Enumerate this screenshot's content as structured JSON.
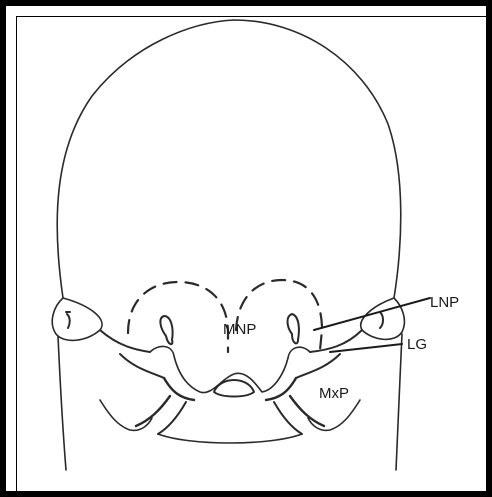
{
  "labels": {
    "mnp": "MNP",
    "lnp": "LNP",
    "lg": "LG",
    "mxp": "MxP"
  },
  "colors": {
    "line": "#2a2a2a",
    "frame": "#000000",
    "background": "#ffffff"
  }
}
